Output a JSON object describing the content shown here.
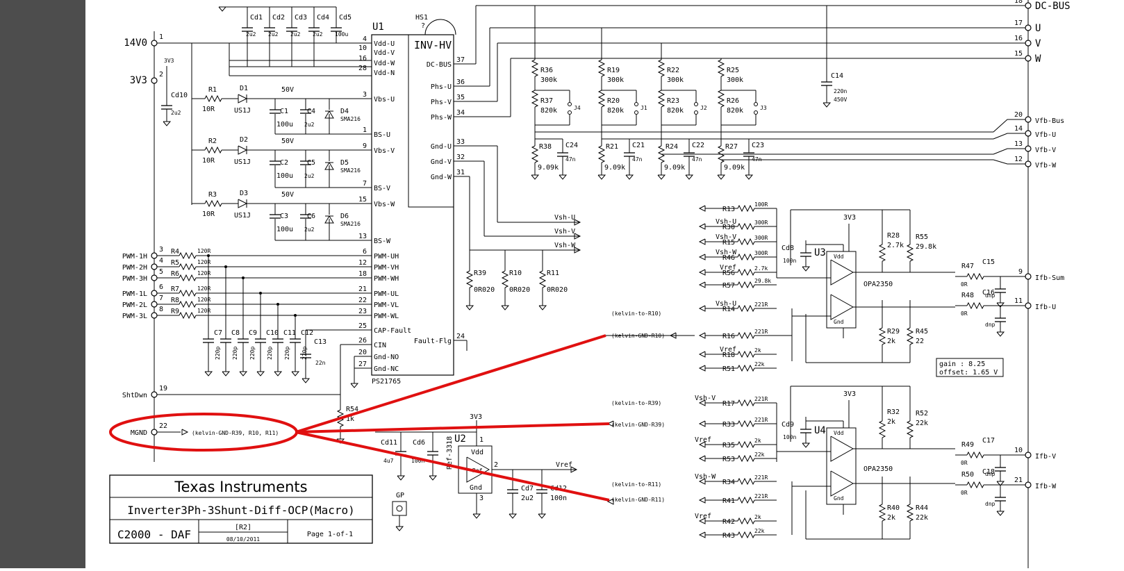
{
  "title_block": {
    "company": "Texas Instruments",
    "design": "Inverter3Ph-3Shunt-Diff-OCP(Macro)",
    "project": "C2000 - DAF",
    "revision": "[R2]",
    "date": "08/10/2011",
    "page": "Page 1-of-1"
  },
  "annotation": {
    "gain": "gain  :  8.25",
    "offset": "offset: 1.65 V",
    "highlight_color": "#e01010"
  },
  "ic": {
    "u1": {
      "ref": "U1",
      "name": "INV-HV",
      "part": "PS21765"
    },
    "u2": {
      "ref": "U2",
      "name": "Ref-3318"
    },
    "u3": {
      "ref": "U3",
      "part": "OPA2350"
    },
    "u4": {
      "ref": "U4",
      "part": "OPA2350"
    },
    "hs1": {
      "ref": "HS1",
      "value": "?"
    }
  },
  "u1_pins": [
    {
      "n": "4",
      "name": "Vdd-U"
    },
    {
      "n": "10",
      "name": "Vdd-V"
    },
    {
      "n": "16",
      "name": "Vdd-W"
    },
    {
      "n": "28",
      "name": "Vdd-N"
    },
    {
      "n": "3",
      "name": "Vbs-U"
    },
    {
      "n": "1",
      "name": "BS-U"
    },
    {
      "n": "9",
      "name": "Vbs-V"
    },
    {
      "n": "7",
      "name": "BS-V"
    },
    {
      "n": "15",
      "name": "Vbs-W"
    },
    {
      "n": "13",
      "name": "BS-W"
    },
    {
      "n": "6",
      "name": "PWM-UH"
    },
    {
      "n": "12",
      "name": "PWM-VH"
    },
    {
      "n": "18",
      "name": "PWM-WH"
    },
    {
      "n": "21",
      "name": "PWM-UL"
    },
    {
      "n": "22",
      "name": "PWM-VL"
    },
    {
      "n": "23",
      "name": "PWM-WL"
    },
    {
      "n": "25",
      "name": "CAP-Fault"
    },
    {
      "n": "26",
      "name": "CIN"
    },
    {
      "n": "20",
      "name": "Gnd-NO"
    },
    {
      "n": "27",
      "name": "Gnd-NC"
    },
    {
      "n": "37",
      "name": "DC-BUS"
    },
    {
      "n": "36",
      "name": "Phs-U"
    },
    {
      "n": "35",
      "name": "Phs-V"
    },
    {
      "n": "34",
      "name": "Phs-W"
    },
    {
      "n": "33",
      "name": "Gnd-U"
    },
    {
      "n": "32",
      "name": "Gnd-V"
    },
    {
      "n": "31",
      "name": "Gnd-W"
    },
    {
      "n": "24",
      "name": "Fault-Flg"
    }
  ],
  "connectors_left": [
    {
      "pin": "1",
      "name": "14V0"
    },
    {
      "pin": "2",
      "name": "3V3"
    },
    {
      "pin": "3",
      "name": "PWM-1H"
    },
    {
      "pin": "4",
      "name": "PWM-2H"
    },
    {
      "pin": "5",
      "name": "PWM-3H"
    },
    {
      "pin": "6",
      "name": "PWM-1L"
    },
    {
      "pin": "7",
      "name": "PWM-2L"
    },
    {
      "pin": "8",
      "name": "PWM-3L"
    },
    {
      "pin": "19",
      "name": "ShtDwn"
    },
    {
      "pin": "22",
      "name": "MGND"
    }
  ],
  "connectors_right": [
    {
      "pin": "18",
      "name": "DC-BUS"
    },
    {
      "pin": "17",
      "name": "U"
    },
    {
      "pin": "16",
      "name": "V"
    },
    {
      "pin": "15",
      "name": "W"
    },
    {
      "pin": "20",
      "name": "Vfb-Bus"
    },
    {
      "pin": "14",
      "name": "Vfb-U"
    },
    {
      "pin": "13",
      "name": "Vfb-V"
    },
    {
      "pin": "12",
      "name": "Vfb-W"
    },
    {
      "pin": "9",
      "name": "Ifb-Sum"
    },
    {
      "pin": "11",
      "name": "Ifb-U"
    },
    {
      "pin": "10",
      "name": "Ifb-V"
    },
    {
      "pin": "21",
      "name": "Ifb-W"
    }
  ],
  "decoupling": [
    {
      "ref": "Cd1",
      "value": "2u2"
    },
    {
      "ref": "Cd2",
      "value": "2u2"
    },
    {
      "ref": "Cd3",
      "value": "2u2"
    },
    {
      "ref": "Cd4",
      "value": "2u2"
    },
    {
      "ref": "Cd5",
      "value": "100u"
    }
  ],
  "bootstrap": [
    {
      "r": "R1",
      "rv": "10R",
      "d": "D1",
      "dv": "US1J",
      "v": "50V",
      "c1": "C1",
      "c1v": "100u",
      "c2": "C4",
      "c2v": "2u2",
      "z": "D4",
      "zv": "SMA216"
    },
    {
      "r": "R2",
      "rv": "10R",
      "d": "D2",
      "dv": "US1J",
      "v": "50V",
      "c1": "C2",
      "c1v": "100u",
      "c2": "C5",
      "c2v": "2u2",
      "z": "D5",
      "zv": "SMA216"
    },
    {
      "r": "R3",
      "rv": "10R",
      "d": "D3",
      "dv": "US1J",
      "v": "50V",
      "c1": "C3",
      "c1v": "100u",
      "c2": "C6",
      "c2v": "2u2",
      "z": "D6",
      "zv": "SMA216"
    }
  ],
  "cd10": {
    "ref": "Cd10",
    "value": "2u2",
    "net": "3V3"
  },
  "pwm_res": [
    {
      "ref": "R4",
      "value": "120R"
    },
    {
      "ref": "R5",
      "value": "120R"
    },
    {
      "ref": "R6",
      "value": "120R"
    },
    {
      "ref": "R7",
      "value": "120R"
    },
    {
      "ref": "R8",
      "value": "120R"
    },
    {
      "ref": "R9",
      "value": "120R"
    }
  ],
  "pwm_caps": [
    {
      "ref": "C7",
      "value": "220p"
    },
    {
      "ref": "C8",
      "value": "220p"
    },
    {
      "ref": "C9",
      "value": "220p"
    },
    {
      "ref": "C10",
      "value": "220p"
    },
    {
      "ref": "C11",
      "value": "220p"
    },
    {
      "ref": "C12",
      "value": "220p"
    }
  ],
  "c13": {
    "ref": "C13",
    "value": "22n"
  },
  "r54": {
    "ref": "R54",
    "value": "1k"
  },
  "shunts": [
    {
      "ref": "R39",
      "value": "0R020"
    },
    {
      "ref": "R10",
      "value": "0R020"
    },
    {
      "ref": "R11",
      "value": "0R020"
    }
  ],
  "vsh_labels": [
    "Vsh-U",
    "Vsh-V",
    "Vsh-W"
  ],
  "dividers": [
    {
      "rt": "R36",
      "rtv": "300k",
      "rm": "R37",
      "rmv": "820k",
      "j": "J4",
      "rb": "R38",
      "rbv": "9.09k",
      "c": "C24",
      "cv": "47n"
    },
    {
      "rt": "R19",
      "rtv": "300k",
      "rm": "R20",
      "rmv": "820k",
      "j": "J1",
      "rb": "R21",
      "rbv": "9.09k",
      "c": "C21",
      "cv": "47n"
    },
    {
      "rt": "R22",
      "rtv": "300k",
      "rm": "R23",
      "rmv": "820k",
      "j": "J2",
      "rb": "R24",
      "rbv": "9.09k",
      "c": "C22",
      "cv": "47n"
    },
    {
      "rt": "R25",
      "rtv": "300k",
      "rm": "R26",
      "rmv": "820k",
      "j": "J3",
      "rb": "R27",
      "rbv": "9.09k",
      "c": "C23",
      "cv": "47n"
    }
  ],
  "c14": {
    "ref": "C14",
    "value": "220n",
    "voltage": "450V"
  },
  "u3_inputs": [
    {
      "net": "",
      "ref": "R13",
      "value": "100R"
    },
    {
      "net": "Vsh-U",
      "ref": "R30",
      "value": "300R"
    },
    {
      "net": "Vsh-V",
      "ref": "R15",
      "value": "300R"
    },
    {
      "net": "Vsh-W",
      "ref": "R46",
      "value": "300R"
    },
    {
      "net": "Vref",
      "ref": "R56",
      "value": "2.7k"
    },
    {
      "net": "",
      "ref": "R57",
      "value": "29.8k"
    },
    {
      "net": "Vsh-U",
      "ref": "R14",
      "value": "221R"
    },
    {
      "net": "",
      "ref": "R16",
      "value": "221R"
    },
    {
      "net": "Vref",
      "ref": "R18",
      "value": "2k"
    },
    {
      "net": "",
      "ref": "R51",
      "value": "22k"
    }
  ],
  "u3_kelvin": [
    "(kelvin-to-R10)",
    "(kelvin-GND-R10)"
  ],
  "u3_fb": [
    {
      "ref": "R28",
      "value": "2.7k"
    },
    {
      "ref": "R55",
      "value": "29.8k"
    },
    {
      "ref": "R29",
      "value": "2k"
    },
    {
      "ref": "R45",
      "value": "22"
    }
  ],
  "u3_misc": {
    "cd": "Cd8",
    "cdv": "100n",
    "supply": "3V3"
  },
  "u4_inputs": [
    {
      "net": "Vsh-V",
      "ref": "R17",
      "value": "221R"
    },
    {
      "net": "",
      "ref": "R33",
      "value": "221R"
    },
    {
      "net": "Vref",
      "ref": "R35",
      "value": "2k"
    },
    {
      "net": "",
      "ref": "R53",
      "value": "22k"
    },
    {
      "net": "Vsh-W",
      "ref": "R34",
      "value": "221R"
    },
    {
      "net": "",
      "ref": "R41",
      "value": "221R"
    },
    {
      "net": "Vref",
      "ref": "R42",
      "value": "2k"
    },
    {
      "net": "",
      "ref": "R43",
      "value": "22k"
    }
  ],
  "u4_kelvin": [
    "(kelvin-to-R39)",
    "(kelvin-GND-R39)",
    "(kelvin-to-R11)",
    "(kelvin-GND-R11)"
  ],
  "u4_fb": [
    {
      "ref": "R32",
      "value": "2k"
    },
    {
      "ref": "R52",
      "value": "22k"
    },
    {
      "ref": "R40",
      "value": "2k"
    },
    {
      "ref": "R44",
      "value": "22k"
    }
  ],
  "u4_misc": {
    "cd": "Cd9",
    "cdv": "100n",
    "supply": "3V3"
  },
  "outputs": [
    {
      "r": "R47",
      "rv": "0R",
      "c": "C15",
      "cv": "dnp"
    },
    {
      "r": "R48",
      "rv": "0R",
      "c": "C16",
      "cv": "dnp"
    },
    {
      "r": "R49",
      "rv": "0R",
      "c": "C17",
      "cv": "dnp"
    },
    {
      "r": "R50",
      "rv": "0R",
      "c": "C18",
      "cv": "dnp"
    }
  ],
  "vref_block": {
    "cd11": "Cd11",
    "cd11v": "4u7",
    "c6": "Cd6",
    "c6v": "100n",
    "supply": "3V3",
    "cd7": "Cd7",
    "cd7v": "2u2",
    "cd12": "Cd12",
    "cd12v": "100n",
    "net": "Vref",
    "gp": "GP",
    "ref_pin": "Ref",
    "vdd_pin": "Vdd",
    "gnd_pin": "Gnd",
    "pin_vdd": "1",
    "pin_out": "2",
    "pin_gnd": "3"
  },
  "mgnd_note": "(kelvin-GND-R39, R10, R11)",
  "voltage_labels": {
    "top": "50V",
    "note": "?"
  }
}
